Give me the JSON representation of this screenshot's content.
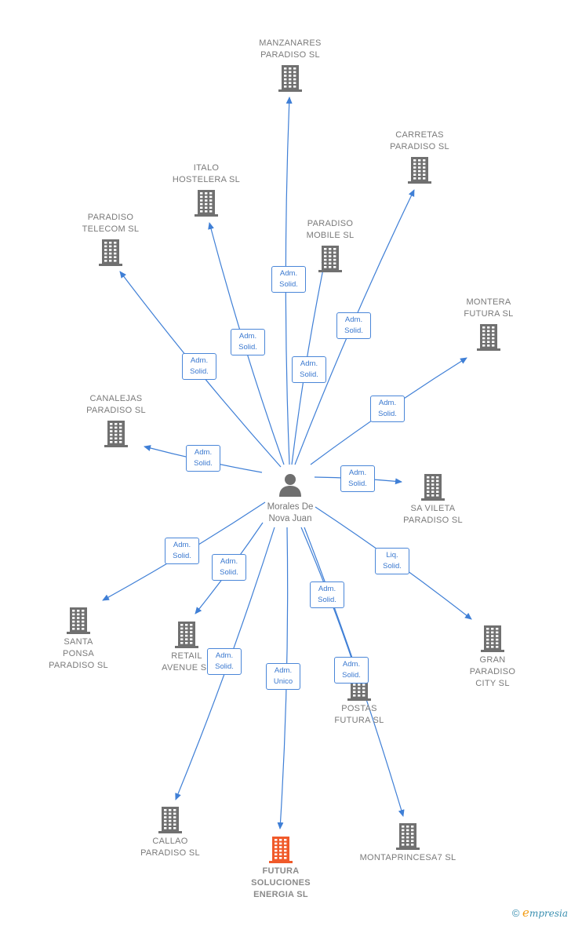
{
  "diagram": {
    "center": {
      "name": "Morales De\nNova Juan"
    },
    "companies": [
      {
        "id": "manzanares",
        "name": "MANZANARES\nPARADISO  SL",
        "role": "Adm.\nSolid."
      },
      {
        "id": "carretas",
        "name": "CARRETAS\nPARADISO  SL",
        "role": "Adm.\nSolid."
      },
      {
        "id": "italo",
        "name": "ITALO\nHOSTELERA SL",
        "role": "Adm.\nSolid."
      },
      {
        "id": "paradiso-telecom",
        "name": "PARADISO\nTELECOM  SL",
        "role": "Adm.\nSolid."
      },
      {
        "id": "paradiso-mobile",
        "name": "PARADISO\nMOBILE  SL",
        "role": "Adm.\nSolid."
      },
      {
        "id": "montera",
        "name": "MONTERA\nFUTURA SL",
        "role": "Adm.\nSolid."
      },
      {
        "id": "canalejas",
        "name": "CANALEJAS\nPARADISO SL",
        "role": "Adm.\nSolid."
      },
      {
        "id": "sa-vileta",
        "name": "SA VILETA\nPARADISO  SL",
        "role": "Adm.\nSolid."
      },
      {
        "id": "santa-ponsa",
        "name": "SANTA\nPONSA\nPARADISO  SL",
        "role": "Adm.\nSolid."
      },
      {
        "id": "retail",
        "name": "RETAIL\nAVENUE  SL",
        "role": "Adm.\nSolid."
      },
      {
        "id": "gran-paradiso",
        "name": "GRAN\nPARADISO\nCITY  SL",
        "role": "Liq.\nSolid."
      },
      {
        "id": "postas",
        "name": "POSTAS\nFUTURA SL",
        "role": "Adm.\nSolid."
      },
      {
        "id": "callao",
        "name": "CALLAO\nPARADISO  SL",
        "role": "Adm.\nSolid."
      },
      {
        "id": "futura",
        "name": "FUTURA\nSOLUCIONES\nENERGIA  SL",
        "role": "Adm.\nUnico",
        "highlight": true
      },
      {
        "id": "montaprincesa",
        "name": "MONTAPRINCESA7 SL",
        "role": "Adm.\nSolid."
      }
    ],
    "colors": {
      "edge": "#3f7fd6",
      "building": "#707070",
      "highlight": "#f05a2a",
      "badge_text": "#3a78cf"
    }
  },
  "footer": {
    "copyright": "©",
    "brand_e": "e",
    "brand_rest": "mpresia"
  }
}
